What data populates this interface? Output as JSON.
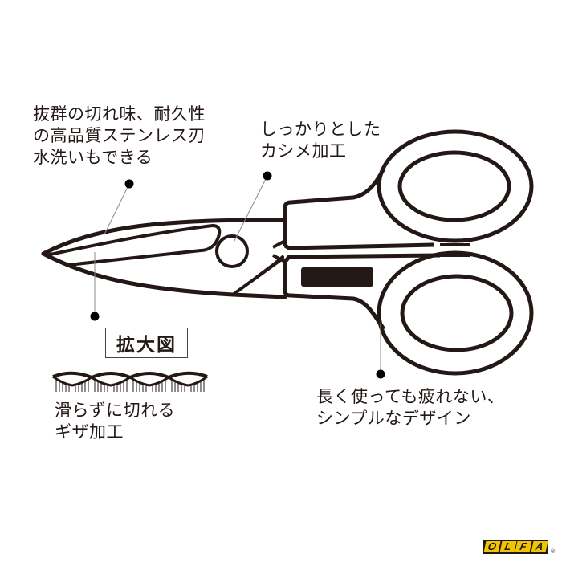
{
  "callouts": {
    "blade": {
      "lines": [
        "抜群の切れ味、耐久性",
        "の高品質ステンレス刃",
        "水洗いもできる"
      ]
    },
    "pivot": {
      "lines": [
        "しっかりとした",
        "カシメ加工"
      ]
    },
    "serration": {
      "zoom_label": "拡大図",
      "lines": [
        "滑らずに切れる",
        "ギザ加工"
      ]
    },
    "handle": {
      "lines": [
        "長く使っても疲れない、",
        "シンプルなデザイン"
      ]
    }
  },
  "brand": {
    "logo_letters": [
      "O",
      "L",
      "F",
      "A"
    ],
    "registered_mark": "®",
    "logo_bg": "#1a1a1a",
    "logo_fg": "#f2c400"
  },
  "colors": {
    "outline": "#231815",
    "leader_line": "#888888",
    "background": "#ffffff"
  }
}
